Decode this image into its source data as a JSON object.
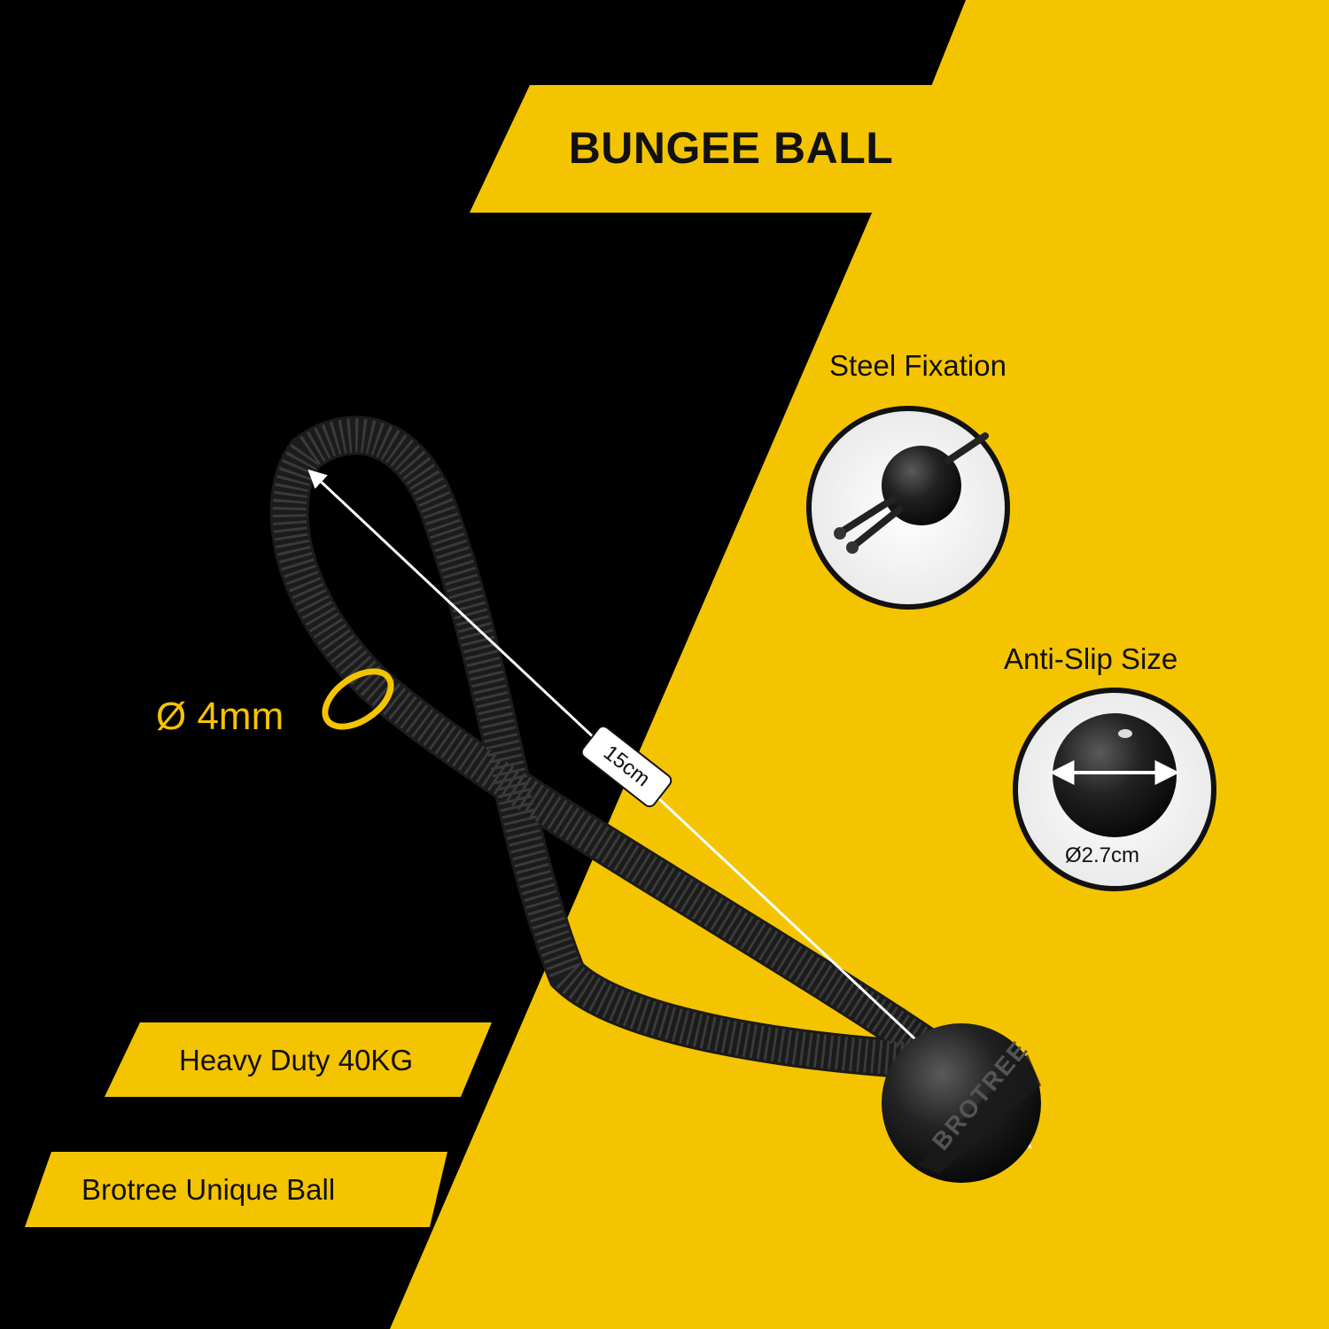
{
  "title": "BUNGEE BALL",
  "features": {
    "steel_fixation": "Steel Fixation",
    "anti_slip_size": "Anti-Slip Size",
    "heavy_duty": "Heavy Duty 40KG",
    "unique_ball": "Brotree Unique Ball"
  },
  "dimensions": {
    "cord_diameter": "Ø 4mm",
    "loop_length": "15cm",
    "ball_diameter": "Ø2.7cm"
  },
  "branding": {
    "ball_engraving": "BROTREE"
  },
  "colors": {
    "accent_yellow": "#f5c400",
    "background_black": "#000000"
  }
}
